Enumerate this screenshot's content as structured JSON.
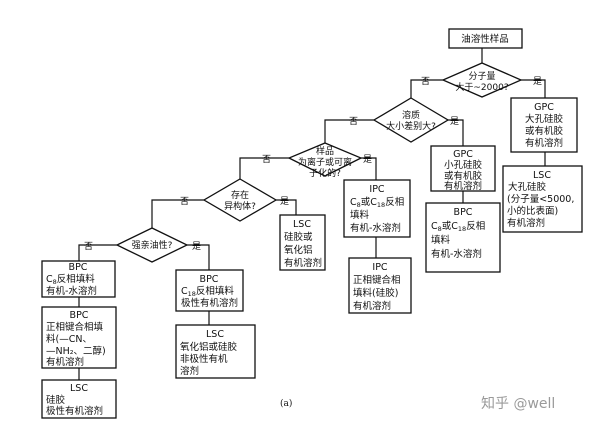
{
  "start": "油溶性样品",
  "decisions": {
    "mw": [
      "分子量",
      "大于~2000?"
    ],
    "size": [
      "溶质",
      "大小差别大?"
    ],
    "ionic": [
      "样品",
      "为离子或可离",
      "子化的?"
    ],
    "isomer": [
      "存在",
      "异构体?"
    ],
    "lipophilic": "强亲油性?"
  },
  "branch_labels": {
    "yes": "是",
    "no": "否"
  },
  "boxes": {
    "gpc_large": [
      "GPC",
      "大孔硅胶",
      "或有机胶",
      "有机溶剂"
    ],
    "lsc_large": [
      "LSC",
      "大孔硅胶",
      "(分子量<5000,",
      "小的比表面)",
      "有机溶剂"
    ],
    "gpc_small": [
      "GPC",
      "小孔硅胶",
      "或有机胶",
      "有机溶剂"
    ],
    "bpc_c8c18_water": {
      "head": "BPC",
      "l1a": "C",
      "l1b": "8",
      "l1c": "或C",
      "l1d": "18",
      "l1e": "反相",
      "l2": "填料",
      "l3": "有机-水溶剂"
    },
    "ipc_1": {
      "head": "IPC",
      "l1a": "C",
      "l1b": "8",
      "l1c": "或C",
      "l1d": "18",
      "l1e": "反相",
      "l2": "填料",
      "l3": "有机-水溶剂"
    },
    "ipc_2": [
      "IPC",
      "正相键合相",
      "填料(硅胶)",
      "有机溶剂"
    ],
    "lsc_silica_alumina": [
      "LSC",
      "硅胶或",
      "氧化铝",
      "有机溶剂"
    ],
    "bpc_c18_polar": {
      "head": "BPC",
      "l1a": "C",
      "l1b": "18",
      "l1c": "反相填料",
      "l2": "极性有机溶剂"
    },
    "lsc_nonpolar": [
      "LSC",
      "氧化铝或硅胶",
      "非极性有机",
      "溶剂"
    ],
    "bpc_c8_water": {
      "head": "BPC",
      "l1a": "C",
      "l1b": "8",
      "l1c": "反相填料",
      "l2": "有机-水溶剂"
    },
    "bpc_normal": [
      "BPC",
      "正相键合相填",
      "料(—CN、",
      "—NH₂、二醇)",
      "有机溶剂"
    ],
    "lsc_silica_polar": [
      "LSC",
      "硅胶",
      "极性有机溶剂"
    ]
  },
  "caption": "(a)",
  "watermark": "知乎 @well"
}
